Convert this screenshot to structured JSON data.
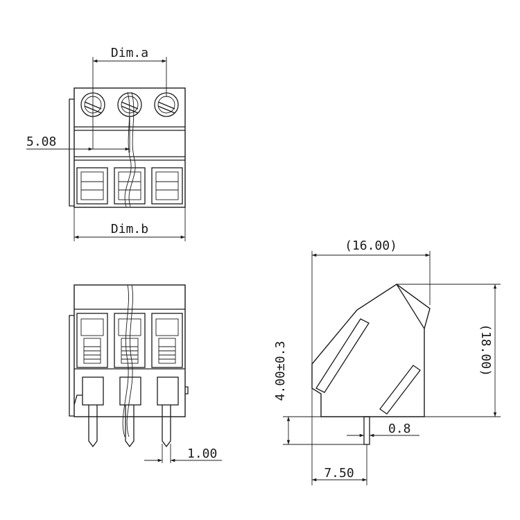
{
  "top_view": {
    "dim_a": "Dim.a",
    "pitch": "5.08",
    "dim_b": "Dim.b"
  },
  "front_view": {
    "pin_width": "1.00"
  },
  "side_view": {
    "width": "(16.00)",
    "height": "(18.00)",
    "pin_length": "4.00±0.3",
    "pin_thickness": "0.8",
    "pin_offset": "7.50"
  },
  "colors": {
    "line": "#1a1a1a",
    "background": "#ffffff"
  }
}
